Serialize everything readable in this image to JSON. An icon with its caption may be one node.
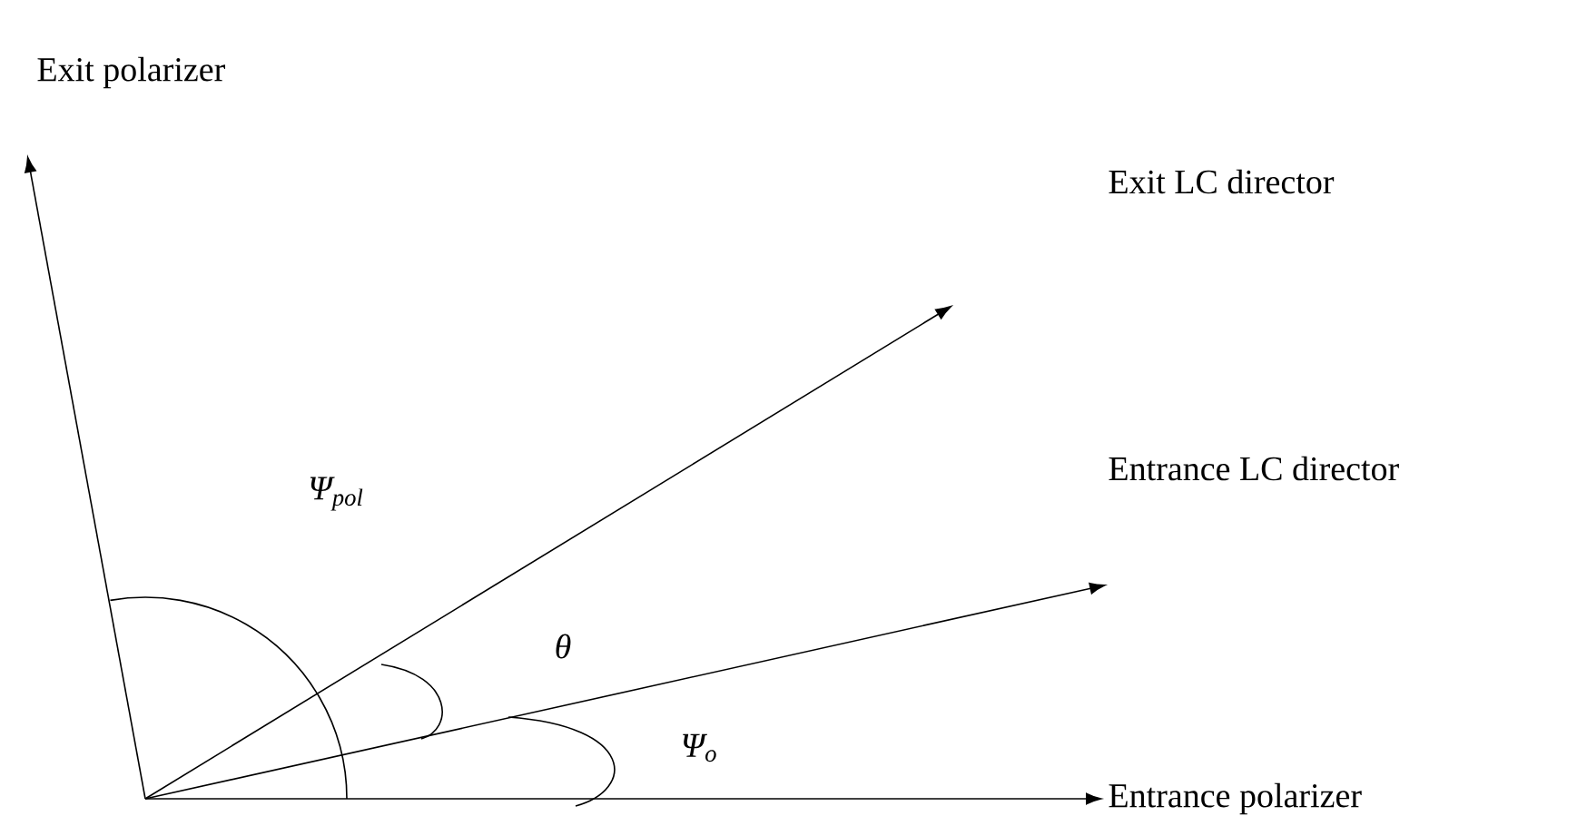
{
  "diagram": {
    "labels": [
      "Exit polarizer",
      "Exit LC director",
      "Ψ$_{pol}$",
      "Entrance LC director",
      "θ",
      "Ψ$_{o}$",
      "Entrance polarizer"
    ]
  }
}
